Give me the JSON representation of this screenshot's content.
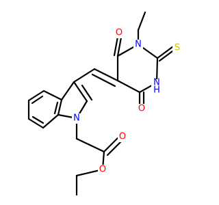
{
  "structure": {
    "colors": {
      "bond": "#000000",
      "oxygen": "#ff0000",
      "nitrogen": "#0000ff",
      "sulfur": "#c8c800",
      "background": "#ffffff"
    },
    "atom_labels": {
      "n_ethyl": "N",
      "nh": "N",
      "nh_h": "H",
      "n_indole": "N",
      "s_thione": "S",
      "o_top": "O",
      "o_bottom": "O",
      "o_carbonyl": "O",
      "o_ester": "O"
    }
  }
}
